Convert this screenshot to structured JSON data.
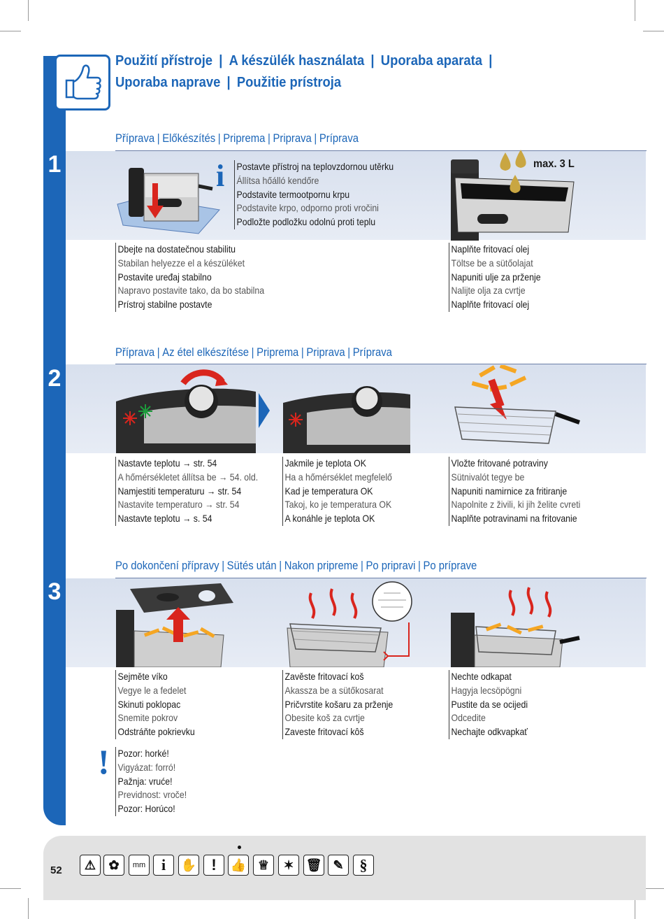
{
  "header": {
    "title_line1": [
      "Použití přístroje",
      "A készülék használata",
      "Uporaba aparata"
    ],
    "title_line2": [
      "Uporaba naprave",
      "Použitie prístroja"
    ],
    "separator": "|"
  },
  "steps": [
    {
      "number": "1",
      "title": [
        "Příprava",
        "Előkészítés",
        "Priprema",
        "Priprava",
        "Príprava"
      ],
      "info_icon": "i",
      "info_lines": [
        "Postavte přístroj na teplovzdornou utěrku",
        "Állítsa hőálló kendőre",
        "Podstavite termootpornu krpu",
        "Podstavite krpo, odporno proti vročini",
        "Podložte podložku odolnú proti teplu"
      ],
      "max_label": "max. 3 L",
      "left_lines": [
        "Dbejte na dostatečnou stabilitu",
        "Stabilan helyezze el a készüléket",
        "Postavite uređaj stabilno",
        "Napravo postavite tako, da bo stabilna",
        "Prístroj stabilne postavte"
      ],
      "right_lines": [
        "Naplňte fritovací olej",
        "Töltse be a sütőolajat",
        "Napuniti ulje za prženje",
        "Nalijte olja za cvrtje",
        "Naplňte fritovací olej"
      ]
    },
    {
      "number": "2",
      "title": [
        "Příprava",
        "Az étel elkészítése",
        "Priprema",
        "Priprava",
        "Príprava"
      ],
      "col1_lines": [
        "Nastavte teplotu → str. 54",
        "A hőmérsékletet állítsa be → 54. old.",
        "Namjestiti temperaturu → str. 54",
        "Nastavite temperaturo → str. 54",
        "Nastavte teplotu → s. 54"
      ],
      "col2_lines": [
        "Jakmile je teplota OK",
        "Ha a hőmérséklet megfelelő",
        "Kad je temperatura OK",
        "Takoj, ko je temperatura OK",
        "A konáhle je teplota OK"
      ],
      "col3_lines": [
        "Vložte fritované potraviny",
        "Sütnivalót tegye be",
        "Napuniti namirnice za fritiranje",
        "Napolnite z živili, ki jih želite cvreti",
        "Naplňte potravinami na fritovanie"
      ]
    },
    {
      "number": "3",
      "title": [
        "Po dokončení přípravy",
        "Sütés után",
        "Nakon pripreme",
        "Po pripravi",
        "Po príprave"
      ],
      "col1_lines": [
        "Sejměte víko",
        "Vegye le a fedelet",
        "Skinuti poklopac",
        "Snemite pokrov",
        "Odstráňte pokrievku"
      ],
      "col2_lines": [
        "Zavěste fritovací koš",
        "Akassza be a sütőkosarat",
        "Pričvrstite košaru za prženje",
        "Obesite koš za cvrtje",
        "Zaveste fritovací kôš"
      ],
      "col3_lines": [
        "Nechte odkapat",
        "Hagyja lecsöpögni",
        "Pustite da se ocijedi",
        "Odcedite",
        "Nechajte odkvapkať"
      ],
      "warning_icon": "!",
      "warning_lines": [
        "Pozor: horké!",
        "Vigyázat: forró!",
        "Pažnja: vruće!",
        "Previdnost: vroče!",
        "Pozor: Horúco!"
      ]
    }
  ],
  "footer": {
    "page_number": "52",
    "mm_label": "mm",
    "icons": [
      "warning-triangle-icon",
      "flower-icon",
      "ruler-mm-icon",
      "info-icon",
      "hand-icon",
      "exclamation-icon",
      "thumbs-up-icon",
      "chef-hat-icon",
      "sparkle-icon",
      "trash-bin-icon",
      "pencil-icon",
      "paragraph-icon"
    ],
    "icon_glyphs": [
      "⚠",
      "✿",
      "",
      "i",
      "✋",
      "!",
      "👍",
      "♕",
      "✶",
      "🗑",
      "✎",
      "§"
    ]
  },
  "colors": {
    "accent": "#1c66b8",
    "band": "#dfe6f1",
    "footer": "#e2e2e2",
    "arrow_red": "#d9251d"
  }
}
